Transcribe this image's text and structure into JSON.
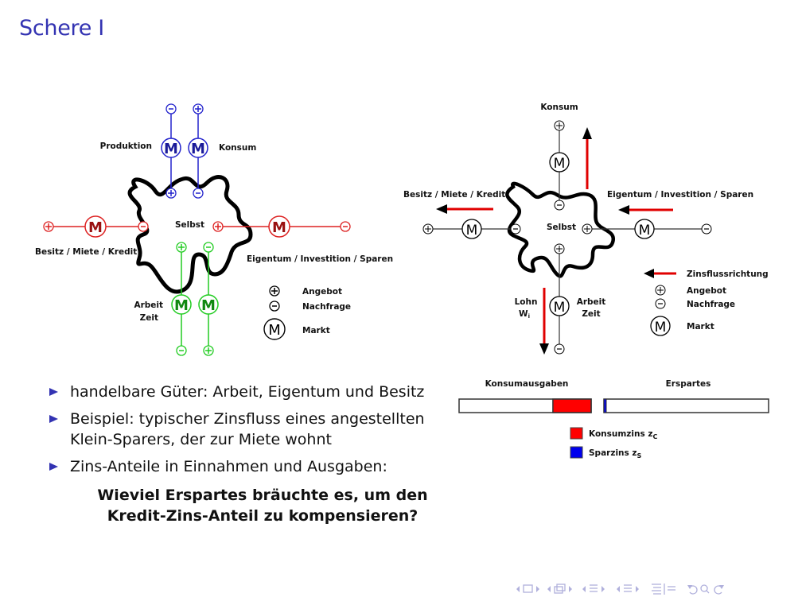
{
  "slide": {
    "title": "Schere I"
  },
  "diagram_left": {
    "center_label": "Selbst",
    "markets": [
      {
        "id": "produktion",
        "label": "Produktion",
        "color": "#2222cc",
        "outer_sign": "-",
        "inner_sign": "+",
        "symbol": "M"
      },
      {
        "id": "konsum",
        "label": "Konsum",
        "color": "#2222cc",
        "outer_sign": "+",
        "inner_sign": "-",
        "symbol": "M"
      },
      {
        "id": "besitz",
        "label": "Besitz / Miete / Kredit",
        "color": "#dd2222",
        "outer_sign": "+",
        "inner_sign": "-",
        "symbol": "M"
      },
      {
        "id": "eigentum",
        "label": "Eigentum / Investition / Sparen",
        "color": "#dd2222",
        "outer_sign": "-",
        "inner_sign": "+",
        "symbol": "M"
      },
      {
        "id": "arbeit1",
        "label": "Arbeit\nZeit",
        "color": "#22cc22",
        "outer_sign": "-",
        "inner_sign": "+",
        "symbol": "M"
      },
      {
        "id": "arbeit2",
        "label": "",
        "color": "#22cc22",
        "outer_sign": "+",
        "inner_sign": "-",
        "symbol": "M"
      }
    ],
    "arbeit_label_1": "Arbeit",
    "arbeit_label_2": "Zeit",
    "legend": [
      {
        "symbol": "+",
        "label": "Angebot"
      },
      {
        "symbol": "-",
        "label": "Nachfrage"
      },
      {
        "symbol": "M",
        "label": "Markt"
      }
    ]
  },
  "diagram_right": {
    "center_label": "Selbst",
    "top_label": "Konsum",
    "left_label": "Besitz / Miete / Kredit",
    "right_label": "Eigentum / Investition / Sparen",
    "bottom_left_label_1": "Lohn",
    "bottom_left_label_2": "W",
    "bottom_left_sub": "i",
    "bottom_right_label_1": "Arbeit",
    "bottom_right_label_2": "Zeit",
    "arrow_color": "#e00000",
    "legend": [
      {
        "symbol": "arrow",
        "label": "Zinsflussrichtung"
      },
      {
        "symbol": "+",
        "label": "Angebot"
      },
      {
        "symbol": "-",
        "label": "Nachfrage"
      },
      {
        "symbol": "M",
        "label": "Markt"
      }
    ]
  },
  "bars": {
    "konsum_label": "Konsumausgaben",
    "erspartes_label": "Erspartes",
    "konsum_zins_fraction": 0.29,
    "spar_zins_fraction": 0.012,
    "legend": [
      {
        "label": "Konsumzins z",
        "sub": "C",
        "color": "#ff0000"
      },
      {
        "label": "Sparzins z",
        "sub": "S",
        "color": "#0000ee"
      }
    ]
  },
  "bullets": [
    "handelbare Güter: Arbeit, Eigentum und Besitz",
    "Beispiel: typischer Zinsfluss eines angestellten Klein-Sparers, der zur Miete wohnt",
    "Zins-Anteile in Einnahmen und Ausgaben:"
  ],
  "question_line1": "Wieviel Erspartes bräuchte es, um den",
  "question_line2": "Kredit-Zins-Anteil zu kompensieren?",
  "nav_icons": [
    "prev-frame-icon",
    "frame-icon",
    "next-frame-icon",
    "prev-subsection-icon",
    "subsection-icon",
    "next-subsection-icon",
    "prev-section-icon",
    "section-icon",
    "next-section-icon",
    "toc-icon",
    "undo-icon",
    "search-icon",
    "redo-icon"
  ]
}
